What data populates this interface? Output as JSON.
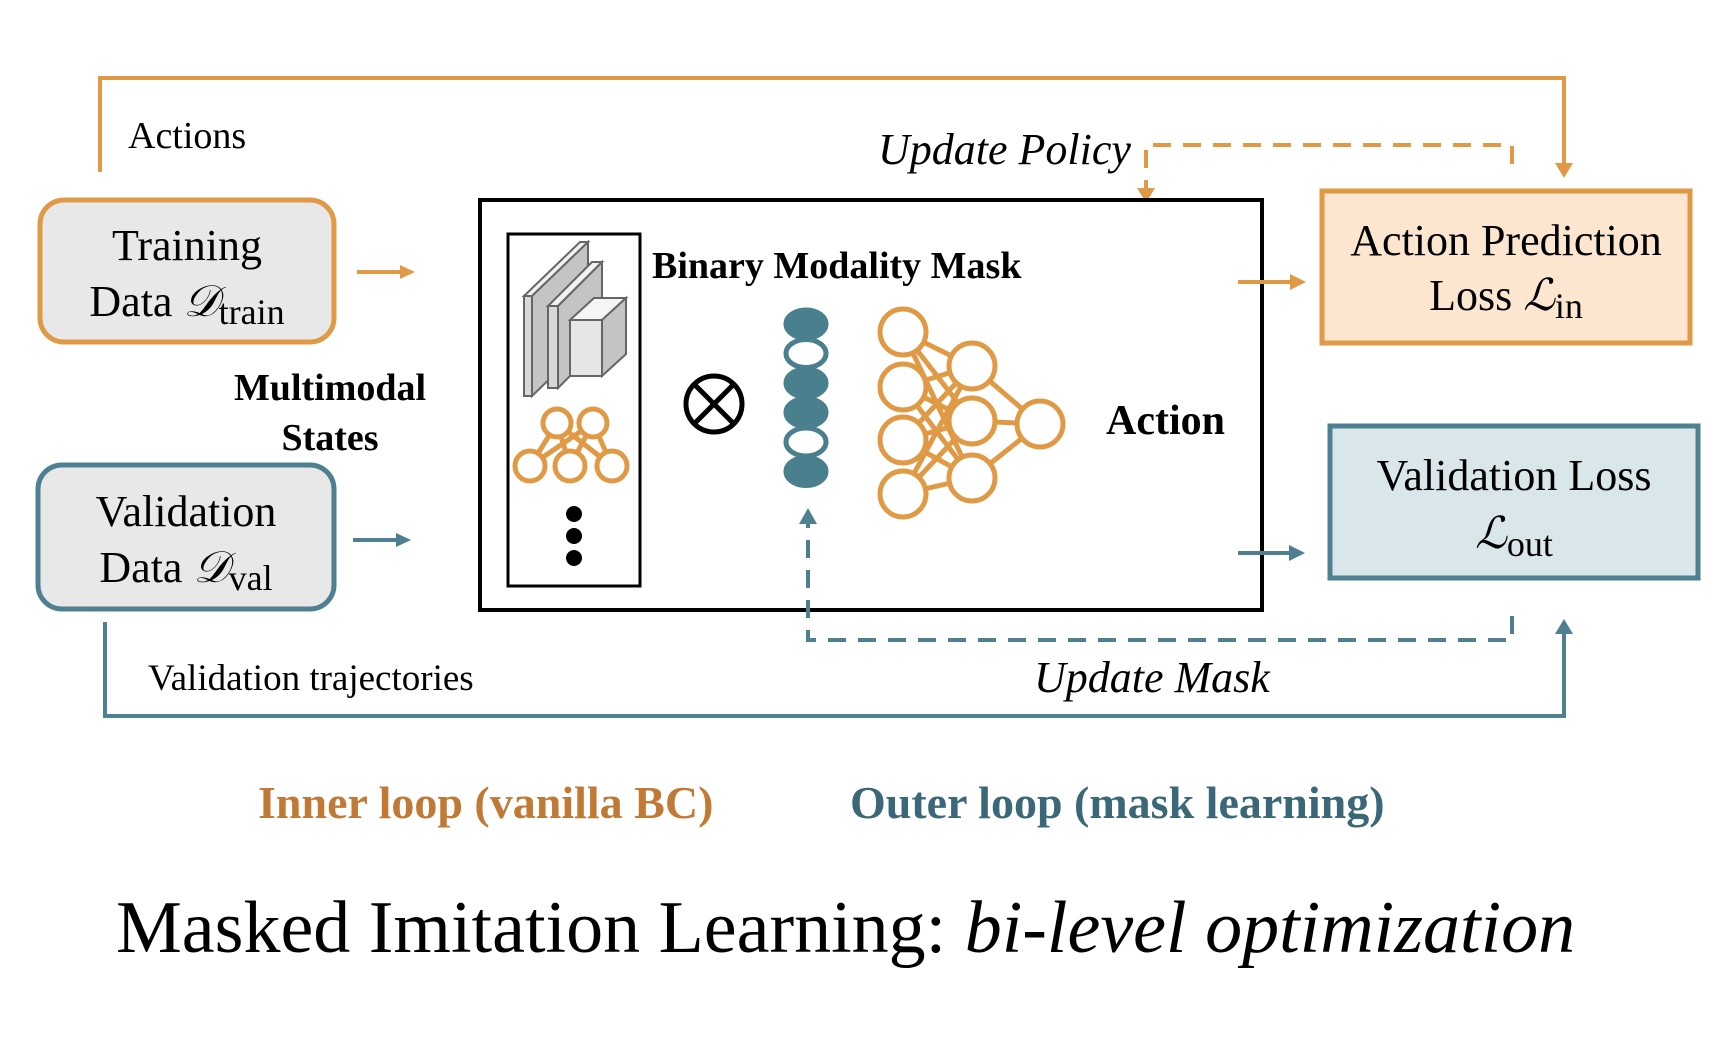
{
  "colors": {
    "orange": "#E09A45",
    "orange_text": "#C07A35",
    "teal": "#4E8092",
    "teal_text": "#3B6878",
    "teal_dark": "#4A7F8E",
    "box_gray": "#E8E8E8",
    "box_orange": "#FCE6CF",
    "box_blue": "#D9E6EA",
    "black": "#000000"
  },
  "labels": {
    "actions": "Actions",
    "update_policy": "Update Policy",
    "training_line1": "Training",
    "training_line2": "Data ",
    "training_symbol": "𝒟",
    "training_sub": "train",
    "validation_line1": "Validation",
    "validation_line2": "Data ",
    "validation_symbol": "𝒟",
    "validation_sub": "val",
    "multimodal_line1": "Multimodal",
    "multimodal_line2": "States",
    "binary_mask": "Binary Modality Mask",
    "otimes": "⊗",
    "action": "Action",
    "apl_line1": "Action Prediction",
    "apl_line2": "Loss ",
    "apl_symbol": "ℒ",
    "apl_sub": "in",
    "vl_line1": "Validation Loss",
    "vl_symbol": "ℒ",
    "vl_sub": "out",
    "validation_trajectories": "Validation trajectories",
    "update_mask": "Update Mask"
  },
  "legend": {
    "inner": "Inner loop (vanilla BC)",
    "outer": "Outer loop (mask learning)"
  },
  "title": {
    "main": "Masked Imitation Learning: ",
    "italic": "bi-level optimization"
  },
  "icons": {
    "image_encoder": "cnn-stack-icon",
    "graph_encoder": "graph-nodes-icon",
    "more": "vertical-ellipsis-icon",
    "mask": "binary-mask-column-icon",
    "network": "neural-network-icon"
  },
  "mask_bits": [
    1,
    0,
    1,
    1,
    0,
    1
  ]
}
